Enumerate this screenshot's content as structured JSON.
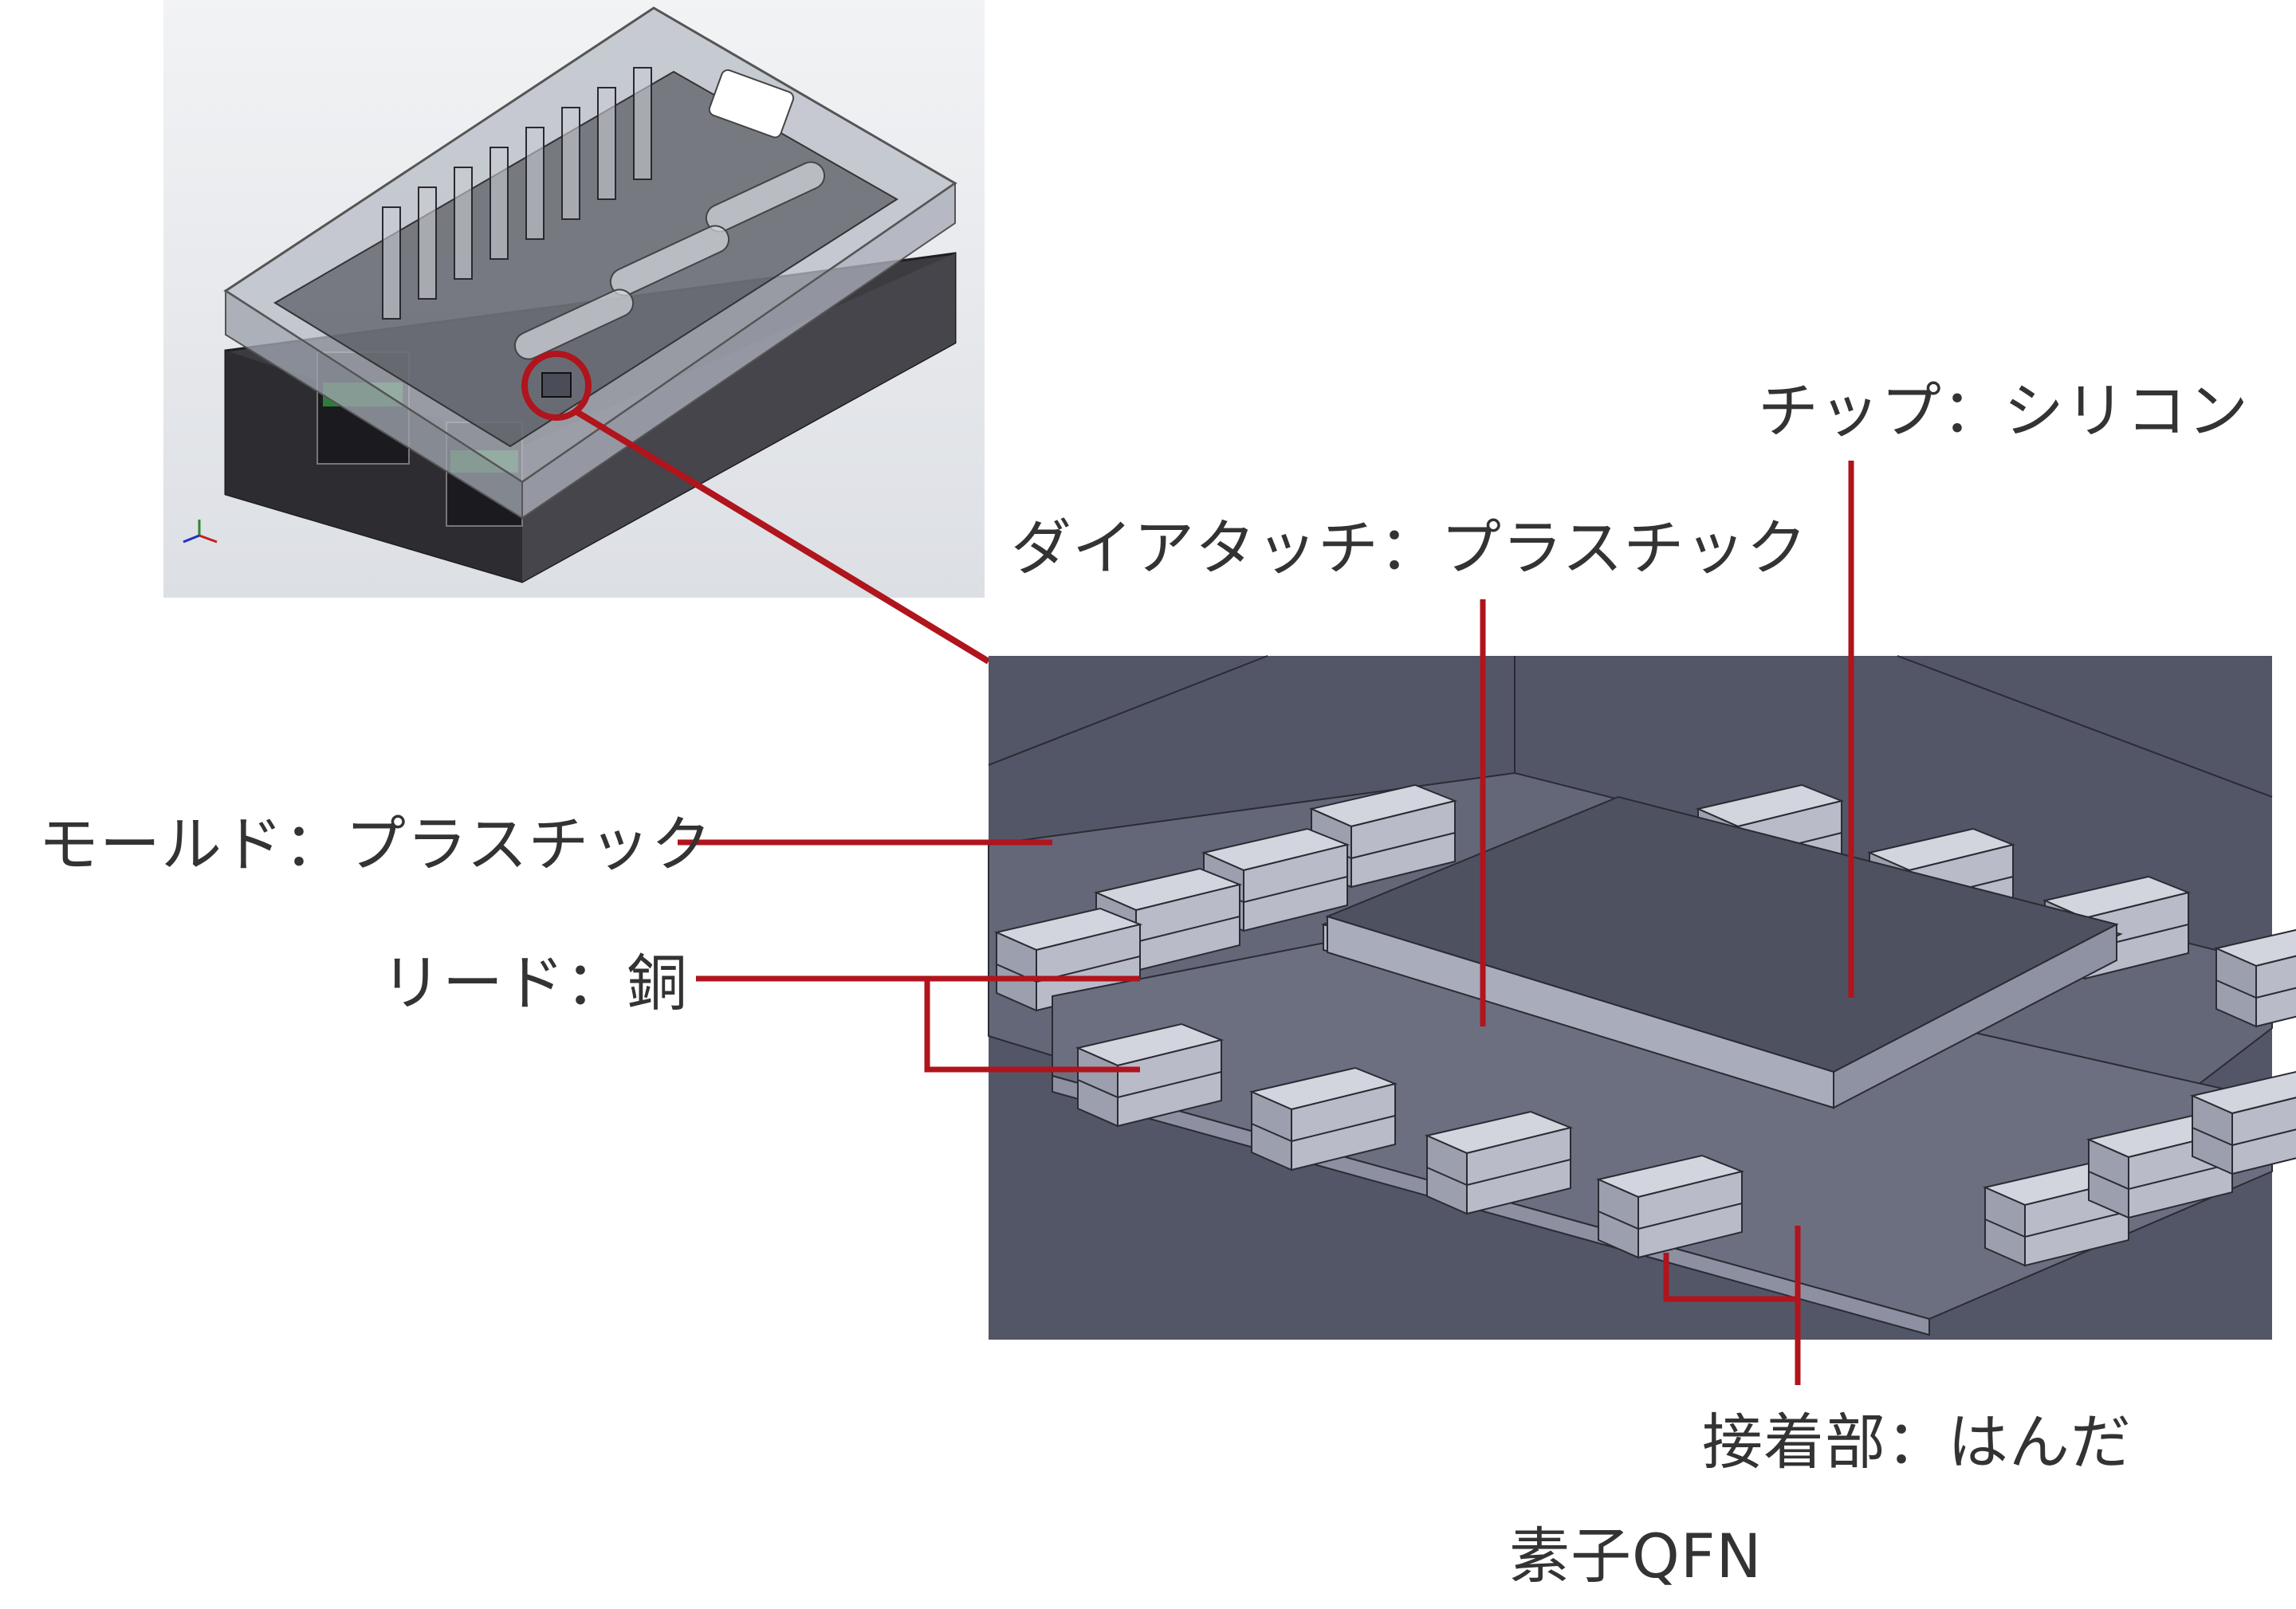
{
  "labels": {
    "chip": "チップ：シリコン",
    "die_attach": "ダイアタッチ：プラスチック",
    "mold": "モールド：プラスチック",
    "lead": "リード：銅",
    "solder": "接着部：はんだ",
    "device": "素子QFN"
  },
  "colors": {
    "callout_line": "#b0141c",
    "label_text": "#333333",
    "cad_bg": "#e9ebef",
    "enclosure_dark": "#3a3a3e",
    "enclosure_glass": "#b4b9c3",
    "zoom_bg": "#54576a",
    "package_top": "#6b6e7d",
    "chip_top": "#4e5160",
    "pad_light": "#c5c7d2",
    "pad_mid": "#a4a7b5"
  }
}
